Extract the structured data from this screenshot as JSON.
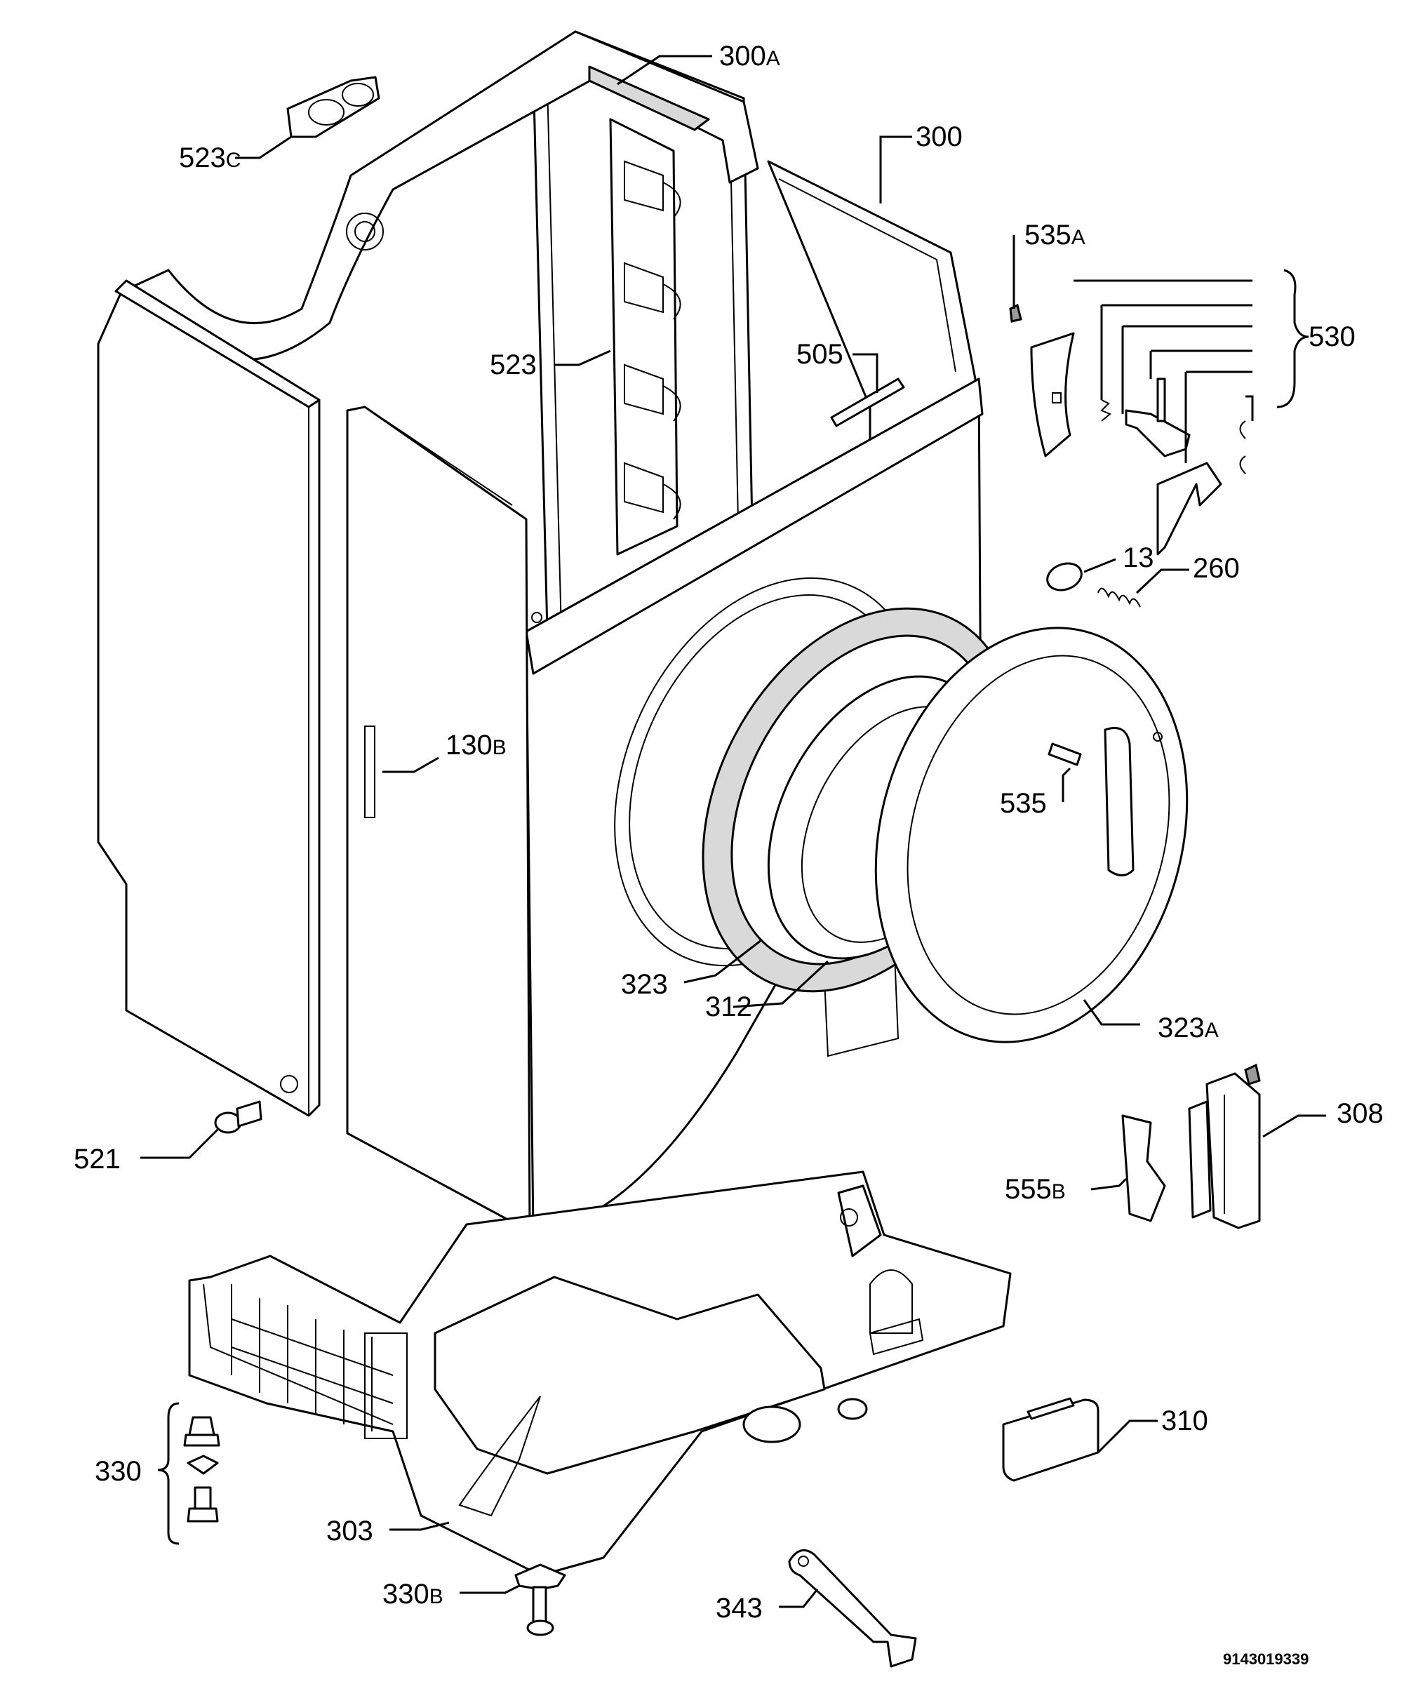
{
  "callouts": {
    "c300a": {
      "num": "300",
      "suf": "A"
    },
    "c523c": {
      "num": "523",
      "suf": "C"
    },
    "c300": {
      "num": "300",
      "suf": ""
    },
    "c535a": {
      "num": "535",
      "suf": "A"
    },
    "c530": {
      "num": "530",
      "suf": ""
    },
    "c523": {
      "num": "523",
      "suf": ""
    },
    "c505": {
      "num": "505",
      "suf": ""
    },
    "c13": {
      "num": "13",
      "suf": ""
    },
    "c260": {
      "num": "260",
      "suf": ""
    },
    "c130b": {
      "num": "130",
      "suf": "B"
    },
    "c535": {
      "num": "535",
      "suf": ""
    },
    "c323": {
      "num": "323",
      "suf": ""
    },
    "c312": {
      "num": "312",
      "suf": ""
    },
    "c323a": {
      "num": "323",
      "suf": "A"
    },
    "c521": {
      "num": "521",
      "suf": ""
    },
    "c308": {
      "num": "308",
      "suf": ""
    },
    "c555b": {
      "num": "555",
      "suf": "B"
    },
    "c310": {
      "num": "310",
      "suf": ""
    },
    "c330": {
      "num": "330",
      "suf": ""
    },
    "c303": {
      "num": "303",
      "suf": ""
    },
    "c343": {
      "num": "343",
      "suf": ""
    },
    "c330b": {
      "num": "330",
      "suf": "B"
    }
  },
  "document_number": "9143019339"
}
